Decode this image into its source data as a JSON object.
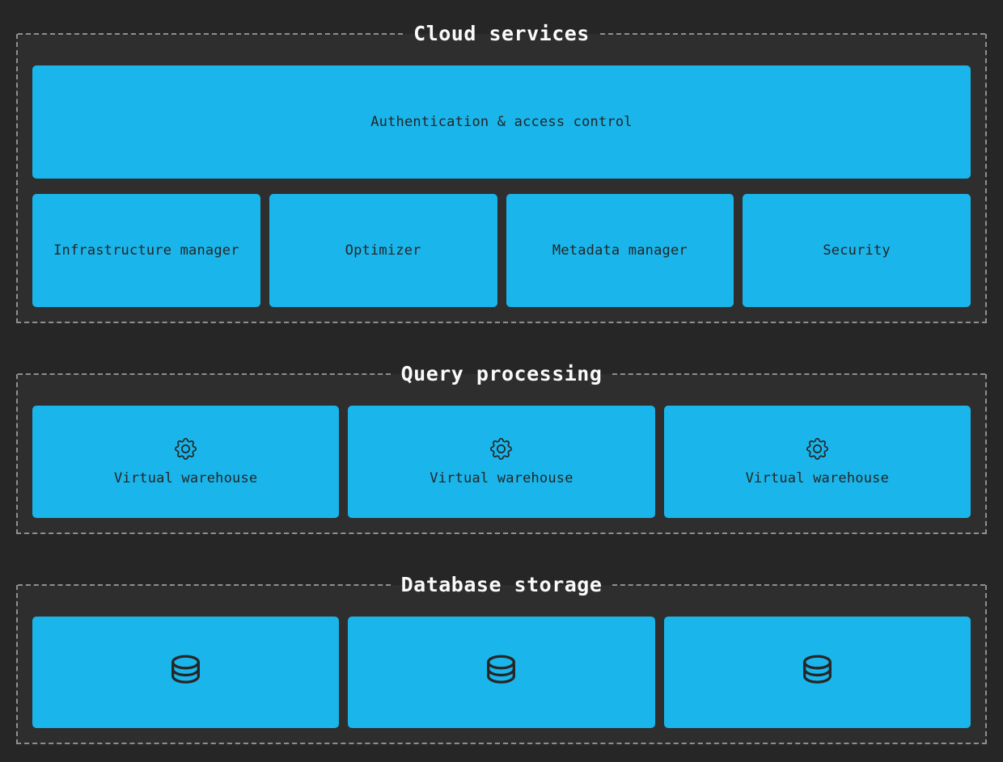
{
  "colors": {
    "background": "#262626",
    "section_bg": "#2e2e2e",
    "dashed_border": "#8f8f8f",
    "box_bg": "#1ab5ea",
    "box_text": "#262626",
    "title_text": "#fafafa"
  },
  "sections": {
    "cloud_services": {
      "title": "Cloud services",
      "banner": {
        "label": "Authentication & access control"
      },
      "boxes": [
        {
          "label": "Infrastructure manager"
        },
        {
          "label": "Optimizer"
        },
        {
          "label": "Metadata manager"
        },
        {
          "label": "Security"
        }
      ]
    },
    "query_processing": {
      "title": "Query processing",
      "boxes": [
        {
          "icon": "gear-icon",
          "label": "Virtual warehouse"
        },
        {
          "icon": "gear-icon",
          "label": "Virtual warehouse"
        },
        {
          "icon": "gear-icon",
          "label": "Virtual warehouse"
        }
      ]
    },
    "database_storage": {
      "title": "Database storage",
      "boxes": [
        {
          "icon": "database-icon"
        },
        {
          "icon": "database-icon"
        },
        {
          "icon": "database-icon"
        }
      ]
    }
  }
}
